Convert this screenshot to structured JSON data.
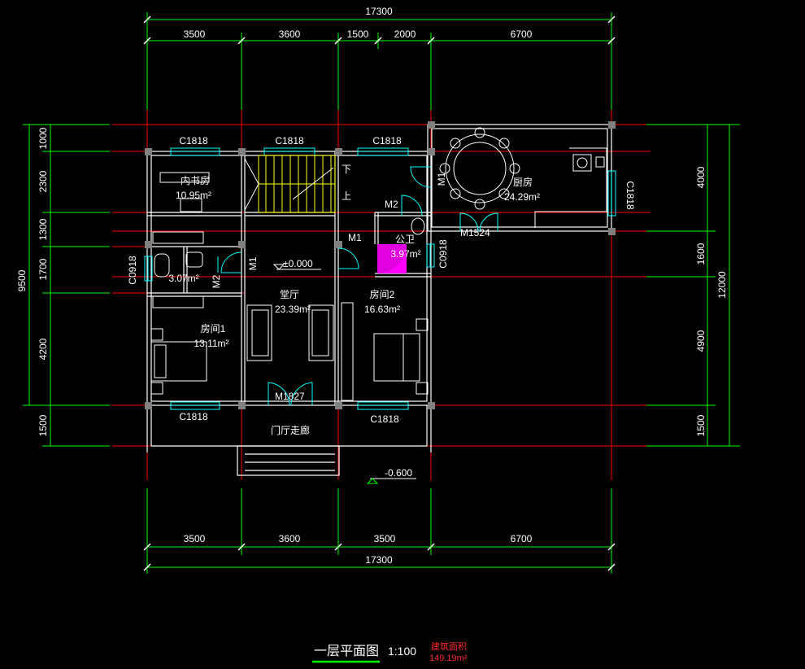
{
  "dims": {
    "top_total": "17300",
    "top": [
      "3500",
      "3600",
      "1500",
      "2000",
      "6700"
    ],
    "bottom_total": "17300",
    "bottom": [
      "3500",
      "3600",
      "3500",
      "6700"
    ],
    "left_total": "9500",
    "left": [
      "1000",
      "2300",
      "1300",
      "1700",
      "4200",
      "1500"
    ],
    "right_total": "12000",
    "right": [
      "4000",
      "1600",
      "4900",
      "1500"
    ]
  },
  "rooms": {
    "study": {
      "name": "内书房",
      "area": "10.95m²"
    },
    "hall": {
      "name": "堂厅",
      "area": "23.39m²"
    },
    "room1": {
      "name": "房间1",
      "area": "13.11m²"
    },
    "room2": {
      "name": "房间2",
      "area": "16.63m²"
    },
    "kitchen": {
      "name": "厨房",
      "area": "24.29m²"
    },
    "wc": {
      "name": "公卫",
      "area": "3.97m²"
    },
    "bath": {
      "area": "3.07m²"
    },
    "corridor": {
      "name": "门厅走廊"
    }
  },
  "labels": {
    "c1818": "C1818",
    "c0918": "C0918",
    "m1": "M1",
    "m2": "M2",
    "m1524": "M1524",
    "m1827": "M1827",
    "stair_down": "下",
    "stair_up": "上",
    "level_zero": "±0.000",
    "level_minus": "-0.600"
  },
  "footer": {
    "title": "一层平面图",
    "scale": "1:100",
    "area_label": "建筑面积",
    "area_value": "149.19m²"
  },
  "colors": {
    "dim": "#00ff00",
    "axis": "#ff0000",
    "wall": "#ffffff",
    "window": "#00ffff",
    "stair": "#ffff00",
    "shower": "#ff00ff"
  }
}
